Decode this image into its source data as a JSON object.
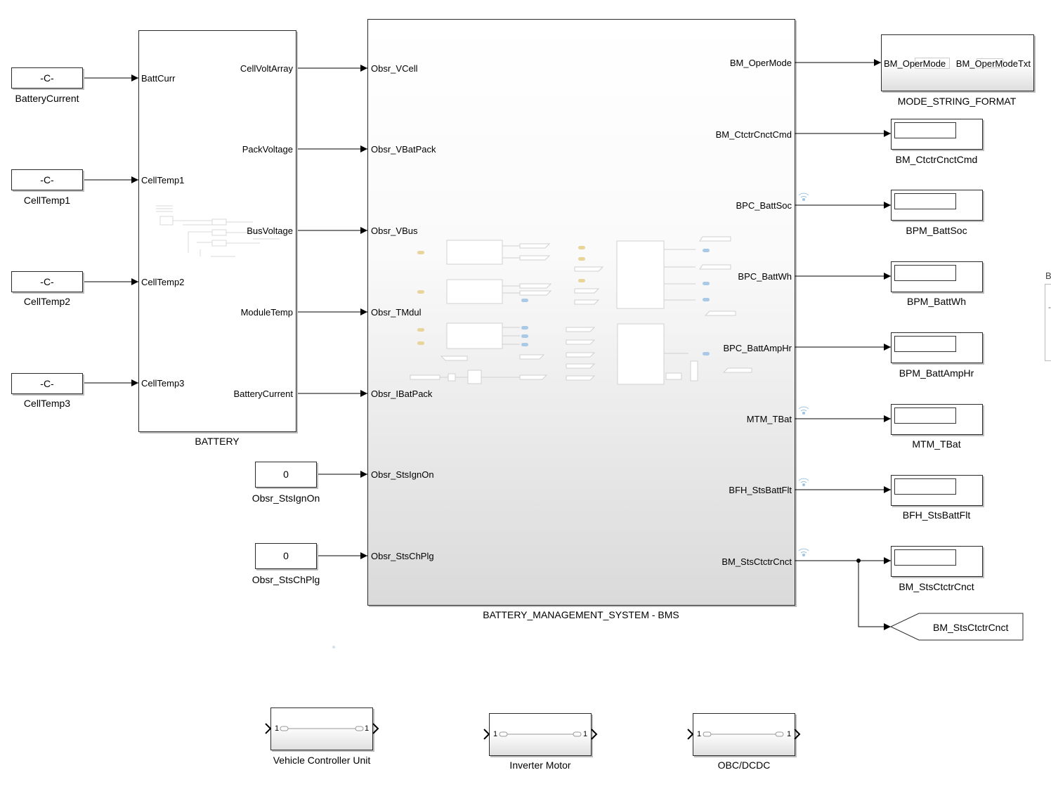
{
  "constants": {
    "battery_current": {
      "value": "-C-",
      "label": "BatteryCurrent"
    },
    "cell_temp1": {
      "value": "-C-",
      "label": "CellTemp1"
    },
    "cell_temp2": {
      "value": "-C-",
      "label": "CellTemp2"
    },
    "cell_temp3": {
      "value": "-C-",
      "label": "CellTemp3"
    },
    "obsr_sts_ign_on": {
      "value": "0",
      "label": "Obsr_StsIgnOn"
    },
    "obsr_sts_ch_plg": {
      "value": "0",
      "label": "Obsr_StsChPlg"
    }
  },
  "battery": {
    "name": "BATTERY",
    "inputs": [
      "BattCurr",
      "CellTemp1",
      "CellTemp2",
      "CellTemp3"
    ],
    "outputs": [
      "CellVoltArray",
      "PackVoltage",
      "BusVoltage",
      "ModuleTemp",
      "BatteryCurrent"
    ]
  },
  "bms": {
    "name": "BATTERY_MANAGEMENT_SYSTEM - BMS",
    "inputs": [
      "Obsr_VCell",
      "Obsr_VBatPack",
      "Obsr_VBus",
      "Obsr_TMdul",
      "Obsr_IBatPack",
      "Obsr_StsIgnOn",
      "Obsr_StsChPlg"
    ],
    "outputs": [
      "BM_OperMode",
      "BM_CtctrCnctCmd",
      "BPC_BattSoc",
      "BPC_BattWh",
      "BPC_BattAmpHr",
      "MTM_TBat",
      "BFH_StsBattFlt",
      "BM_StsCtctrCnct"
    ]
  },
  "mode_string_format": {
    "name": "MODE_STRING_FORMAT",
    "in_port": "BM_OperMode",
    "out_port": "BM_OperModeTxt"
  },
  "displays": [
    "BM_CtctrCnctCmd",
    "BPM_BattSoc",
    "BPM_BattWh",
    "BPM_BattAmpHr",
    "MTM_TBat",
    "BFH_StsBattFlt",
    "BM_StsCtctrCnct"
  ],
  "goto_tag": "BM_StsCtctrCnct",
  "edge_fragment": {
    "letter": "B",
    "mark": "-"
  },
  "subsystems": [
    {
      "name": "Vehicle Controller Unit",
      "in_port": "1",
      "out_port": "1"
    },
    {
      "name": "Inverter Motor",
      "in_port": "1",
      "out_port": "1"
    },
    {
      "name": "OBC/DCDC",
      "in_port": "1",
      "out_port": "1"
    }
  ],
  "colors": {
    "line": "#000000",
    "block_border": "#2a2a2a",
    "block_gradient_bottom": "#d6d6d6",
    "signal_icon": "#9fc3e0"
  }
}
